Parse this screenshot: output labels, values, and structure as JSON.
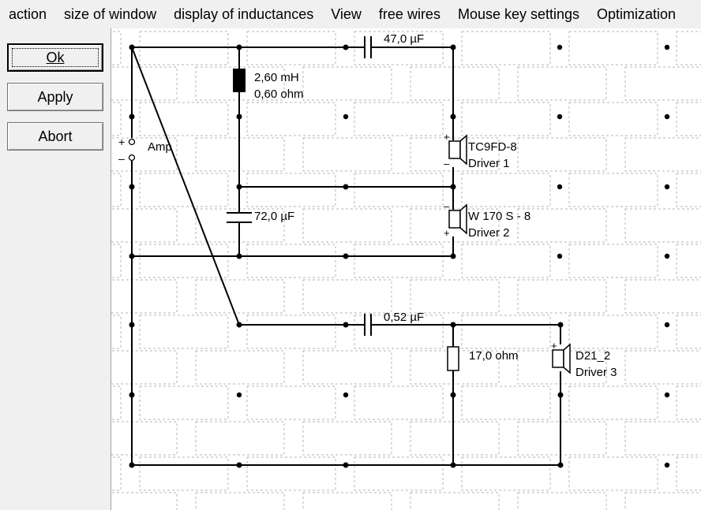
{
  "menu": {
    "items": [
      "action",
      "size of window",
      "display of inductances",
      "View",
      "free wires",
      "Mouse key settings",
      "Optimization"
    ]
  },
  "buttons": {
    "ok": "Ok",
    "apply": "Apply",
    "abort": "Abort"
  },
  "schematic": {
    "amp": {
      "label": "Amp",
      "plus": "+",
      "minus": "–"
    },
    "c1": {
      "value": "47,0 µF"
    },
    "l1": {
      "inductance": "2,60 mH",
      "resistance": "0,60 ohm"
    },
    "c2": {
      "value": "72,0 µF"
    },
    "c3": {
      "value": "0,52 µF"
    },
    "r1": {
      "value": "17,0 ohm"
    },
    "drivers": [
      {
        "model": "TC9FD-8",
        "name": "Driver 1"
      },
      {
        "model": "W 170 S - 8",
        "name": "Driver 2"
      },
      {
        "model": "D21_2",
        "name": "Driver 3"
      }
    ],
    "polarity": {
      "plus": "+",
      "minus": "–"
    }
  },
  "colors": {
    "wire": "#000000",
    "grid": "#b4b4b4",
    "inductor": "#000000",
    "panel": "#f0f0f0",
    "canvas": "#ffffff"
  }
}
